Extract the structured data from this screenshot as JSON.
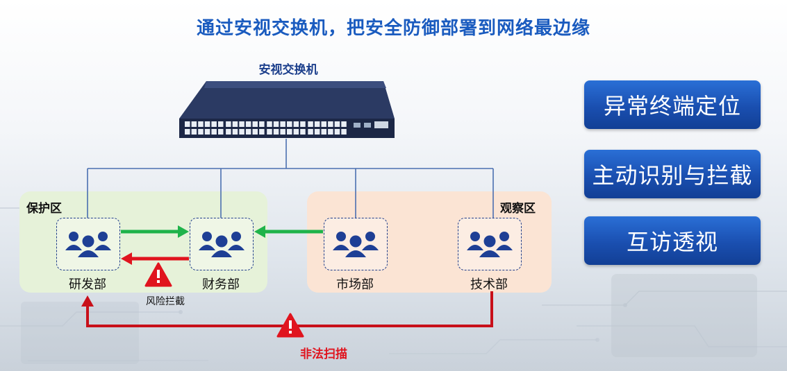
{
  "title": "通过安视交换机，把安全防御部署到网络最边缘",
  "switch_label": "安视交换机",
  "zones": {
    "protect": "保护区",
    "observe": "观察区"
  },
  "departments": {
    "rd": "研发部",
    "finance": "财务部",
    "market": "市场部",
    "tech": "技术部"
  },
  "labels": {
    "risk_block": "风险拦截",
    "illegal_scan": "非法扫描"
  },
  "features": [
    {
      "label": "异常终端定位"
    },
    {
      "label": "主动识别与拦截"
    },
    {
      "label": "互访透视"
    }
  ],
  "colors": {
    "title": "#1a5bbf",
    "allowed_arrow": "#1fb34a",
    "blocked_arrow": "#e0141e",
    "scan_line": "#c8101a",
    "link_line": "#4a6fb0",
    "feature_bg": "#1a4fb0"
  },
  "icons": {
    "department": "user-group-icon",
    "warning": "warning-triangle-icon",
    "switch": "network-switch-icon"
  }
}
